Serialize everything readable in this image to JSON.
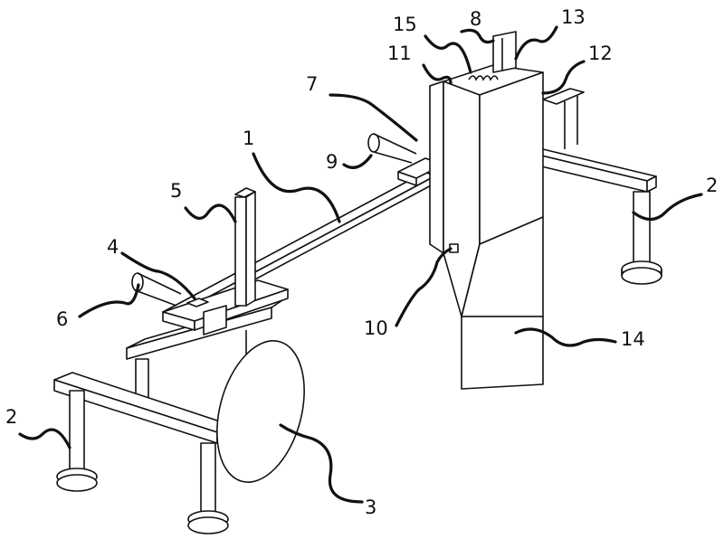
{
  "labels": {
    "l15": "15",
    "l8": "8",
    "l13": "13",
    "l11": "11",
    "l12": "12",
    "l7": "7",
    "l1": "1",
    "l9": "9",
    "l5": "5",
    "l2a": "2",
    "l4": "4",
    "l6": "6",
    "l10": "10",
    "l14": "14",
    "l2b": "2",
    "l3": "3"
  }
}
